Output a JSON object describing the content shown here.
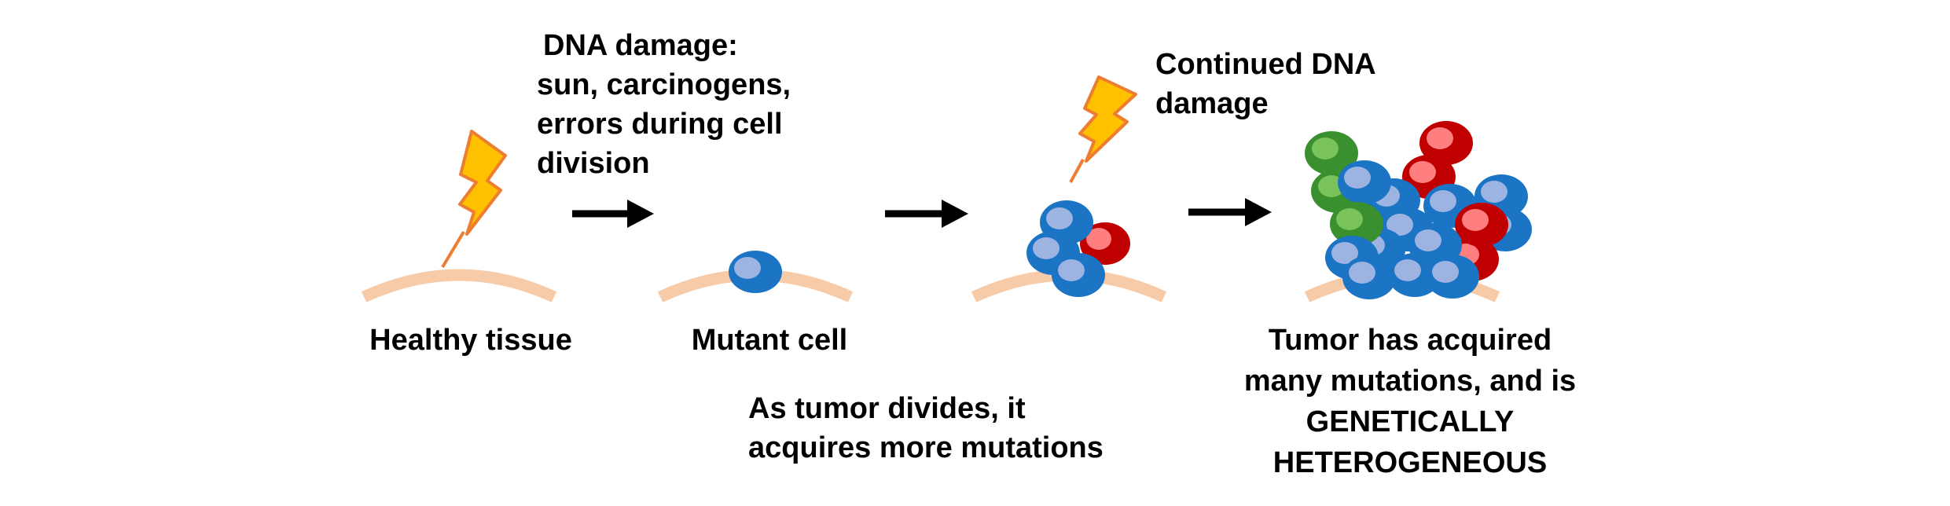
{
  "stages": [
    {
      "label": "Healthy tissue"
    },
    {
      "label": "Mutant cell"
    },
    {
      "label_lines": [
        "As tumor divides, it",
        "acquires more mutations"
      ]
    },
    {
      "label_lines": [
        "Tumor has acquired",
        "many mutations, and is",
        "GENETICALLY",
        "HETEROGENEOUS"
      ]
    }
  ],
  "annotations": {
    "dna_damage_lines": [
      "DNA damage:",
      "sun, carcinogens,",
      "errors during cell",
      "division"
    ],
    "continued_damage_lines": [
      "Continued DNA",
      "damage"
    ]
  },
  "colors": {
    "tissue": "#f8cba8",
    "lightning_fill": "#ffc000",
    "lightning_stroke": "#ed7d31",
    "cell_blue": "#1b75c4",
    "cell_blue_nucleus": "#9db4e2",
    "cell_red": "#c00000",
    "cell_red_nucleus": "#ff7f7f",
    "cell_green": "#3a8f2e",
    "cell_green_nucleus": "#7ac25a",
    "arrow": "#000000"
  },
  "icons": [
    "lightning-bolt-icon",
    "right-arrow-icon"
  ]
}
